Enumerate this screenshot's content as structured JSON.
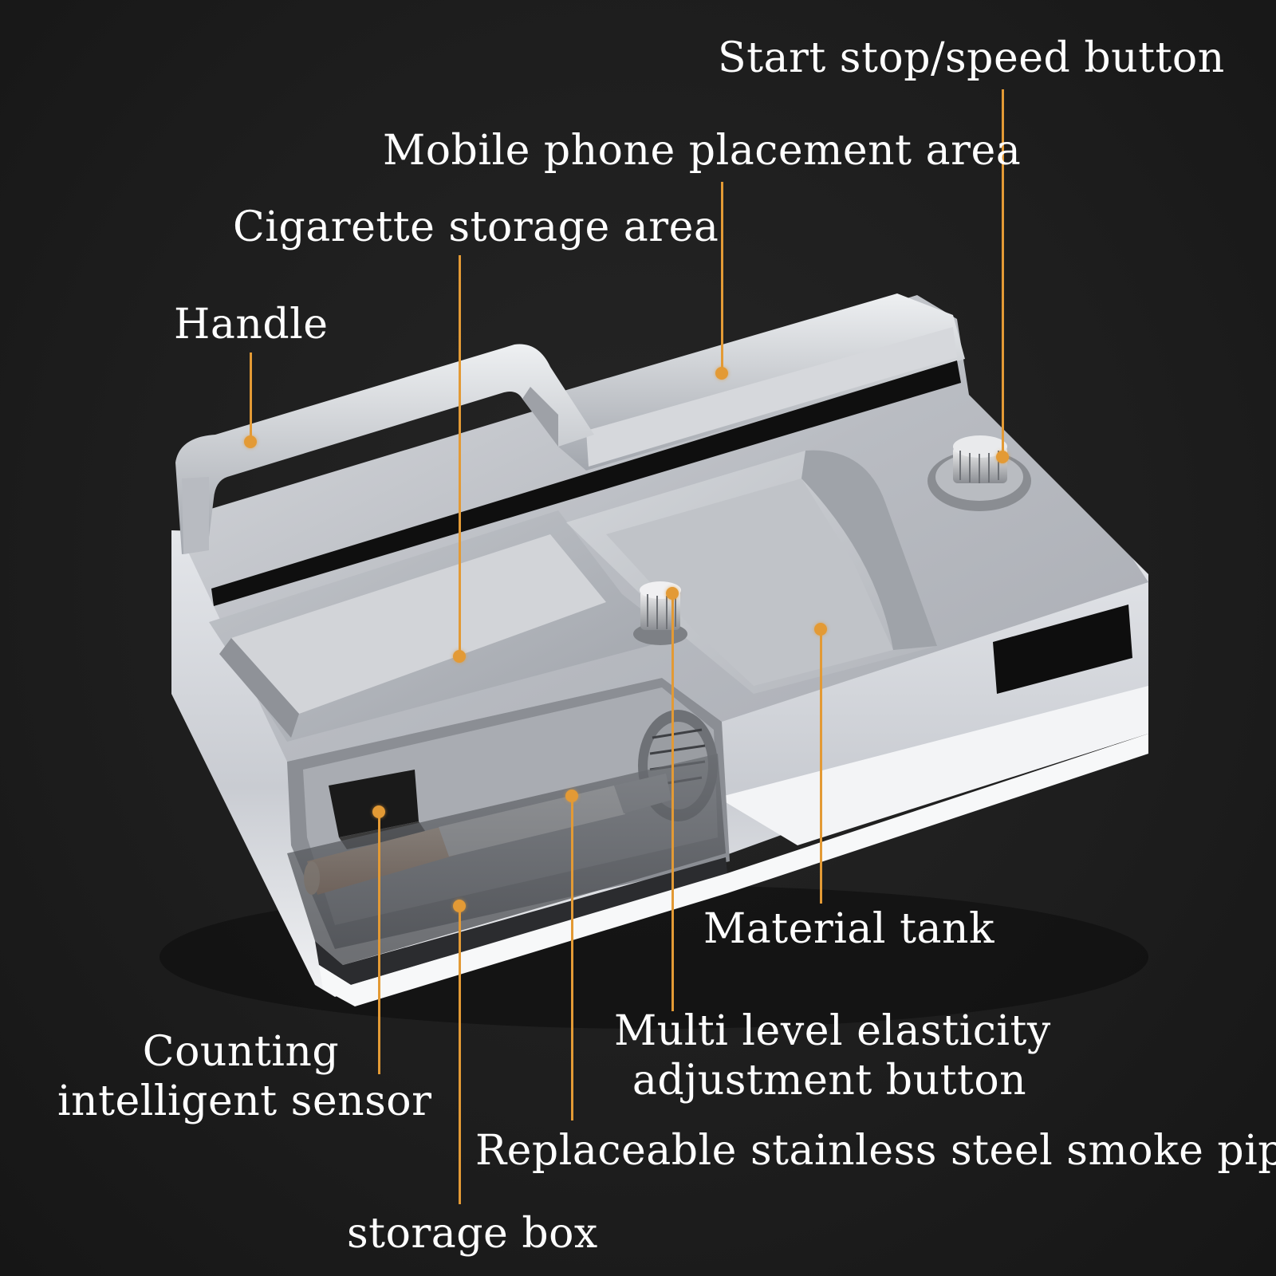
{
  "accent_color": "#e39a35",
  "background_color": "#1c1c1c",
  "product_icon": "cigarette-rolling-machine-icon",
  "callouts": {
    "start_stop": "Start stop/speed button",
    "phone_area": "Mobile phone placement area",
    "cigarette_storage": "Cigarette storage area",
    "handle": "Handle",
    "material_tank": "Material tank",
    "elasticity_line1": "Multi level elasticity",
    "elasticity_line2": "adjustment button",
    "sensor_line1": "Counting",
    "sensor_line2": "intelligent sensor",
    "smoke_pipe": "Replaceable stainless steel smoke pipe",
    "storage_box": "storage box"
  }
}
